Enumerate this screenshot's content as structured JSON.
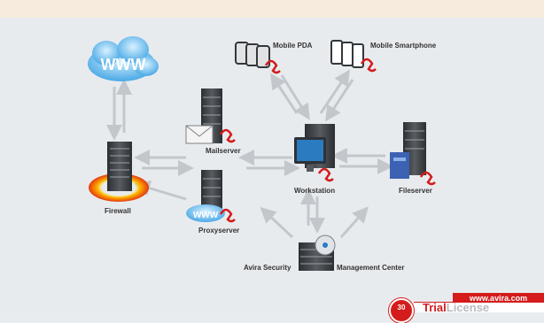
{
  "labels": {
    "firewall": "Firewall",
    "mailserver": "Mailserver",
    "proxyserver": "Proxyserver",
    "workstation": "Workstation",
    "fileserver": "Fileserver",
    "mobile_pda": "Mobile PDA",
    "mobile_smartphone": "Mobile Smartphone",
    "avira_security": "Avira Security",
    "management_center": "Management Center"
  },
  "badge": {
    "url": "www.avira.com",
    "trial_word": "Trial",
    "license_word": "License",
    "seal_text": "30"
  },
  "cloud_text": "WWW",
  "colors": {
    "avira_red": "#d41c1c",
    "arrow": "#c3c7cc",
    "background": "#e8ebee",
    "top_band": "#f6ebdc"
  }
}
